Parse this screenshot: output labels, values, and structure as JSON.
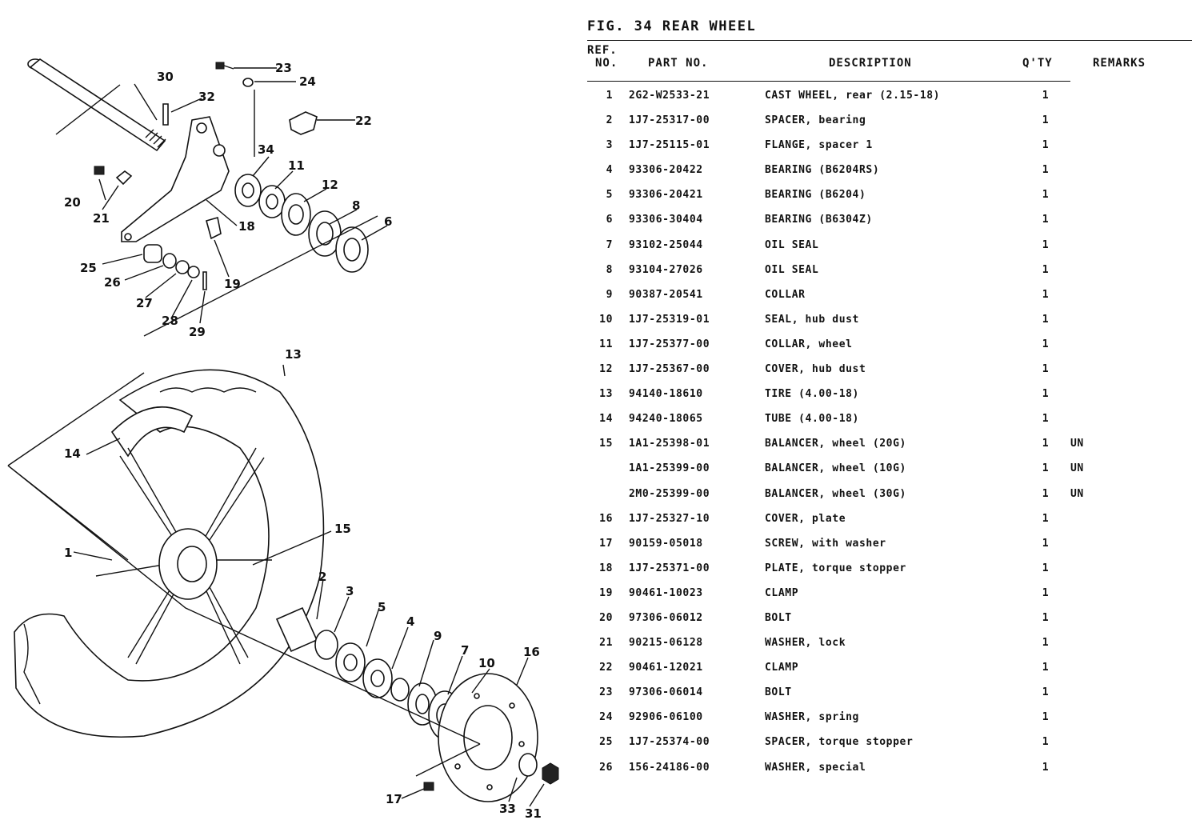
{
  "figure": {
    "title": "FIG. 34  REAR WHEEL"
  },
  "table_header": {
    "ref_line1": "REF.",
    "ref_line2": "NO.",
    "part_no": "PART NO.",
    "description": "DESCRIPTION",
    "qty": "Q'TY",
    "remarks": "REMARKS"
  },
  "rows": [
    {
      "ref": "1",
      "part": "2G2-W2533-21",
      "desc": "CAST WHEEL, rear (2.15-18)",
      "qty": "1",
      "remarks": ""
    },
    {
      "ref": "2",
      "part": "1J7-25317-00",
      "desc": "SPACER, bearing",
      "qty": "1",
      "remarks": ""
    },
    {
      "ref": "3",
      "part": "1J7-25115-01",
      "desc": "FLANGE, spacer 1",
      "qty": "1",
      "remarks": ""
    },
    {
      "ref": "4",
      "part": "93306-20422",
      "desc": "BEARING (B6204RS)",
      "qty": "1",
      "remarks": ""
    },
    {
      "ref": "5",
      "part": "93306-20421",
      "desc": "BEARING (B6204)",
      "qty": "1",
      "remarks": ""
    },
    {
      "ref": "6",
      "part": "93306-30404",
      "desc": "BEARING (B6304Z)",
      "qty": "1",
      "remarks": ""
    },
    {
      "ref": "7",
      "part": "93102-25044",
      "desc": "OIL SEAL",
      "qty": "1",
      "remarks": ""
    },
    {
      "ref": "8",
      "part": "93104-27026",
      "desc": "OIL SEAL",
      "qty": "1",
      "remarks": ""
    },
    {
      "ref": "9",
      "part": "90387-20541",
      "desc": "COLLAR",
      "qty": "1",
      "remarks": ""
    },
    {
      "ref": "10",
      "part": "1J7-25319-01",
      "desc": "SEAL, hub dust",
      "qty": "1",
      "remarks": ""
    },
    {
      "ref": "11",
      "part": "1J7-25377-00",
      "desc": "COLLAR, wheel",
      "qty": "1",
      "remarks": ""
    },
    {
      "ref": "12",
      "part": "1J7-25367-00",
      "desc": "COVER, hub dust",
      "qty": "1",
      "remarks": ""
    },
    {
      "ref": "13",
      "part": "94140-18610",
      "desc": "TIRE (4.00-18)",
      "qty": "1",
      "remarks": ""
    },
    {
      "ref": "14",
      "part": "94240-18065",
      "desc": "TUBE (4.00-18)",
      "qty": "1",
      "remarks": ""
    },
    {
      "ref": "15",
      "part": "1A1-25398-01",
      "desc": "BALANCER, wheel (20G)",
      "qty": "1",
      "remarks": "UN"
    },
    {
      "ref": "",
      "part": "1A1-25399-00",
      "desc": "BALANCER, wheel (10G)",
      "qty": "1",
      "remarks": "UN"
    },
    {
      "ref": "",
      "part": "2M0-25399-00",
      "desc": "BALANCER, wheel (30G)",
      "qty": "1",
      "remarks": "UN"
    },
    {
      "ref": "16",
      "part": "1J7-25327-10",
      "desc": "COVER, plate",
      "qty": "1",
      "remarks": ""
    },
    {
      "ref": "17",
      "part": "90159-05018",
      "desc": "SCREW, with washer",
      "qty": "1",
      "remarks": ""
    },
    {
      "ref": "18",
      "part": "1J7-25371-00",
      "desc": "PLATE, torque stopper",
      "qty": "1",
      "remarks": ""
    },
    {
      "ref": "19",
      "part": "90461-10023",
      "desc": "CLAMP",
      "qty": "1",
      "remarks": ""
    },
    {
      "ref": "20",
      "part": "97306-06012",
      "desc": "BOLT",
      "qty": "1",
      "remarks": ""
    },
    {
      "ref": "21",
      "part": "90215-06128",
      "desc": "WASHER, lock",
      "qty": "1",
      "remarks": ""
    },
    {
      "ref": "22",
      "part": "90461-12021",
      "desc": "CLAMP",
      "qty": "1",
      "remarks": ""
    },
    {
      "ref": "23",
      "part": "97306-06014",
      "desc": "BOLT",
      "qty": "1",
      "remarks": ""
    },
    {
      "ref": "24",
      "part": "92906-06100",
      "desc": "WASHER, spring",
      "qty": "1",
      "remarks": ""
    },
    {
      "ref": "25",
      "part": "1J7-25374-00",
      "desc": "SPACER, torque stopper",
      "qty": "1",
      "remarks": ""
    },
    {
      "ref": "26",
      "part": "156-24186-00",
      "desc": "WASHER, special",
      "qty": "1",
      "remarks": ""
    }
  ],
  "callouts": {
    "c1": "1",
    "c2": "2",
    "c3": "3",
    "c4": "4",
    "c5": "5",
    "c6": "6",
    "c7": "7",
    "c8": "8",
    "c9": "9",
    "c10": "10",
    "c11": "11",
    "c12": "12",
    "c13": "13",
    "c14": "14",
    "c15": "15",
    "c16": "16",
    "c17": "17",
    "c18": "18",
    "c19": "19",
    "c20": "20",
    "c21": "21",
    "c22": "22",
    "c23": "23",
    "c24": "24",
    "c25": "25",
    "c26": "26",
    "c27": "27",
    "c28": "28",
    "c29": "29",
    "c30": "30",
    "c31": "31",
    "c32": "32",
    "c33": "33",
    "c34": "34"
  }
}
